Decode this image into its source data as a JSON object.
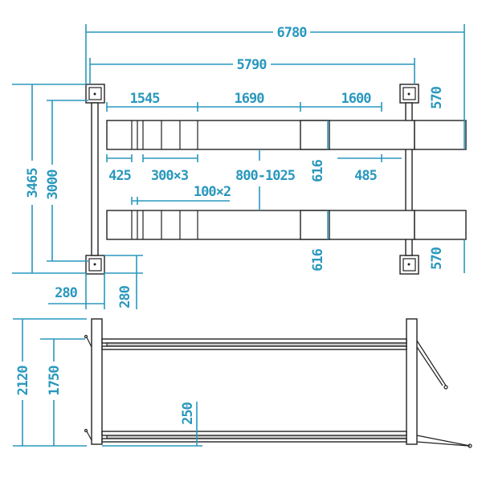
{
  "dimensions": {
    "overall_length": "6780",
    "post_spacing_length": "5790",
    "runway_section_1": "1545",
    "runway_section_2": "1690",
    "runway_section_3": "1600",
    "overall_width": "3465",
    "post_spacing_width": "3000",
    "ramp_width_top": "570",
    "ramp_width_bottom": "570",
    "first_slot_offset": "425",
    "slot_spacing": "300×3",
    "fine_slot_spacing": "100×2",
    "runway_gap": "800-1025",
    "jack_tray_top": "616",
    "jack_tray_bottom": "616",
    "jack_tray_offset": "485",
    "post_base_x": "280",
    "post_base_y": "280",
    "total_height": "2120",
    "max_lift_height": "1750",
    "min_height": "250"
  },
  "colors": {
    "dimension": "#2a98bd",
    "outline": "#222222"
  }
}
